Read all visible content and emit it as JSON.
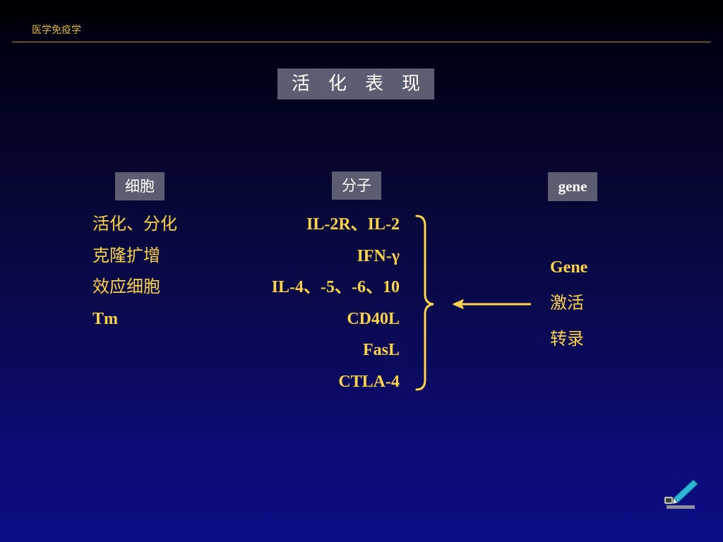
{
  "header": {
    "text": "医学免疫学"
  },
  "title": "活　化　表　现",
  "columns": {
    "cells": {
      "label": "细胞",
      "items": [
        "活化、分化",
        "克隆扩增",
        "效应细胞",
        "Tm"
      ]
    },
    "molecules": {
      "label": "分子",
      "items": [
        "IL-2R、IL-2",
        "IFN-γ",
        "IL-4、-5、-6、10",
        "CD40L",
        "FasL",
        "CTLA-4"
      ]
    },
    "gene": {
      "label": "gene",
      "items": [
        "Gene",
        "激活",
        "转录"
      ]
    }
  },
  "colors": {
    "accent_text": "#ffd34a",
    "label_box": "#5d5d72",
    "header_rule": "#b8922e"
  },
  "icons": [
    "right-brace-icon",
    "left-arrow-icon",
    "pen-icon"
  ]
}
